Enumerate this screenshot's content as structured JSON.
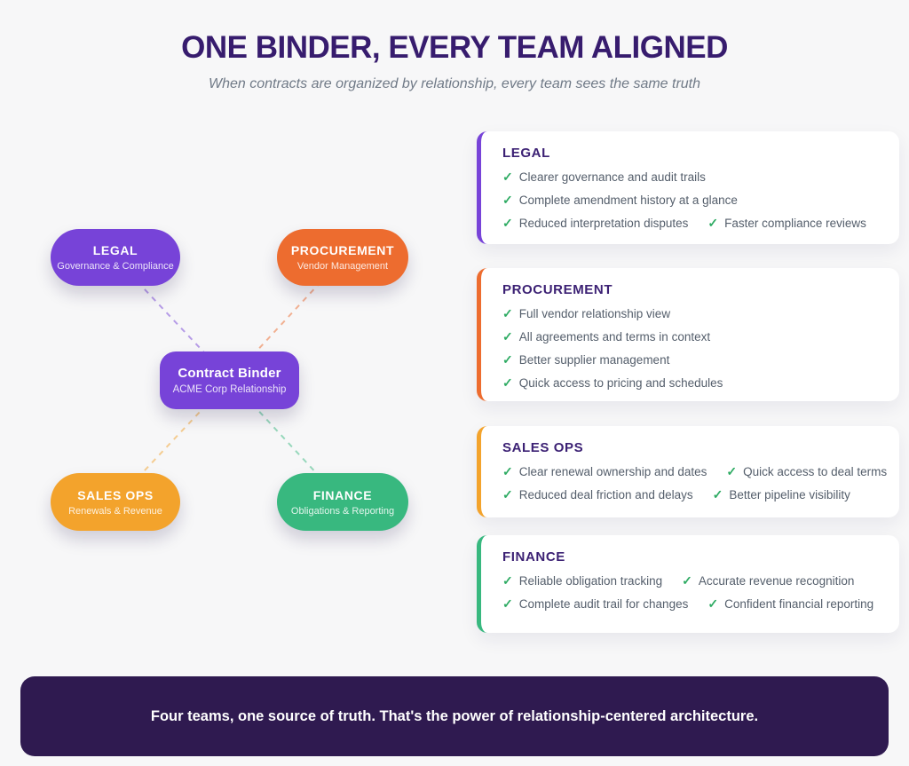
{
  "header": {
    "title": "ONE BINDER, EVERY TEAM ALIGNED",
    "subtitle": "When contracts are organized by relationship, every team sees the same truth"
  },
  "icons": {
    "check": "✓"
  },
  "colors": {
    "purple": "#7743d8",
    "orange": "#ed6c2f",
    "amber": "#f3a32c",
    "green": "#38b87f",
    "banner_bg": "#2f1a50"
  },
  "diagram": {
    "center": {
      "title": "Contract Binder",
      "subtitle": "ACME Corp Relationship"
    },
    "nodes": [
      {
        "title": "LEGAL",
        "subtitle": "Governance & Compliance"
      },
      {
        "title": "PROCUREMENT",
        "subtitle": "Vendor Management"
      },
      {
        "title": "SALES OPS",
        "subtitle": "Renewals & Revenue"
      },
      {
        "title": "FINANCE",
        "subtitle": "Obligations & Reporting"
      }
    ]
  },
  "cards": [
    {
      "heading": "LEGAL",
      "rows": [
        [
          "Clearer governance and audit trails"
        ],
        [
          "Complete amendment history at a glance"
        ],
        [
          "Reduced interpretation disputes",
          "Faster compliance reviews"
        ]
      ]
    },
    {
      "heading": "PROCUREMENT",
      "rows": [
        [
          "Full vendor relationship view"
        ],
        [
          "All agreements and terms in context"
        ],
        [
          "Better supplier management"
        ],
        [
          "Quick access to pricing and schedules"
        ]
      ]
    },
    {
      "heading": "SALES OPS",
      "rows": [
        [
          "Clear renewal ownership and dates",
          "Quick access to deal terms"
        ],
        [
          "Reduced deal friction and delays",
          "Better pipeline visibility"
        ]
      ]
    },
    {
      "heading": "FINANCE",
      "rows": [
        [
          "Reliable obligation tracking",
          "Accurate revenue recognition"
        ],
        [
          "Complete audit trail for changes",
          "Confident financial reporting"
        ]
      ]
    }
  ],
  "banner": {
    "text": "Four teams, one source of truth. That's the power of relationship-centered architecture."
  }
}
